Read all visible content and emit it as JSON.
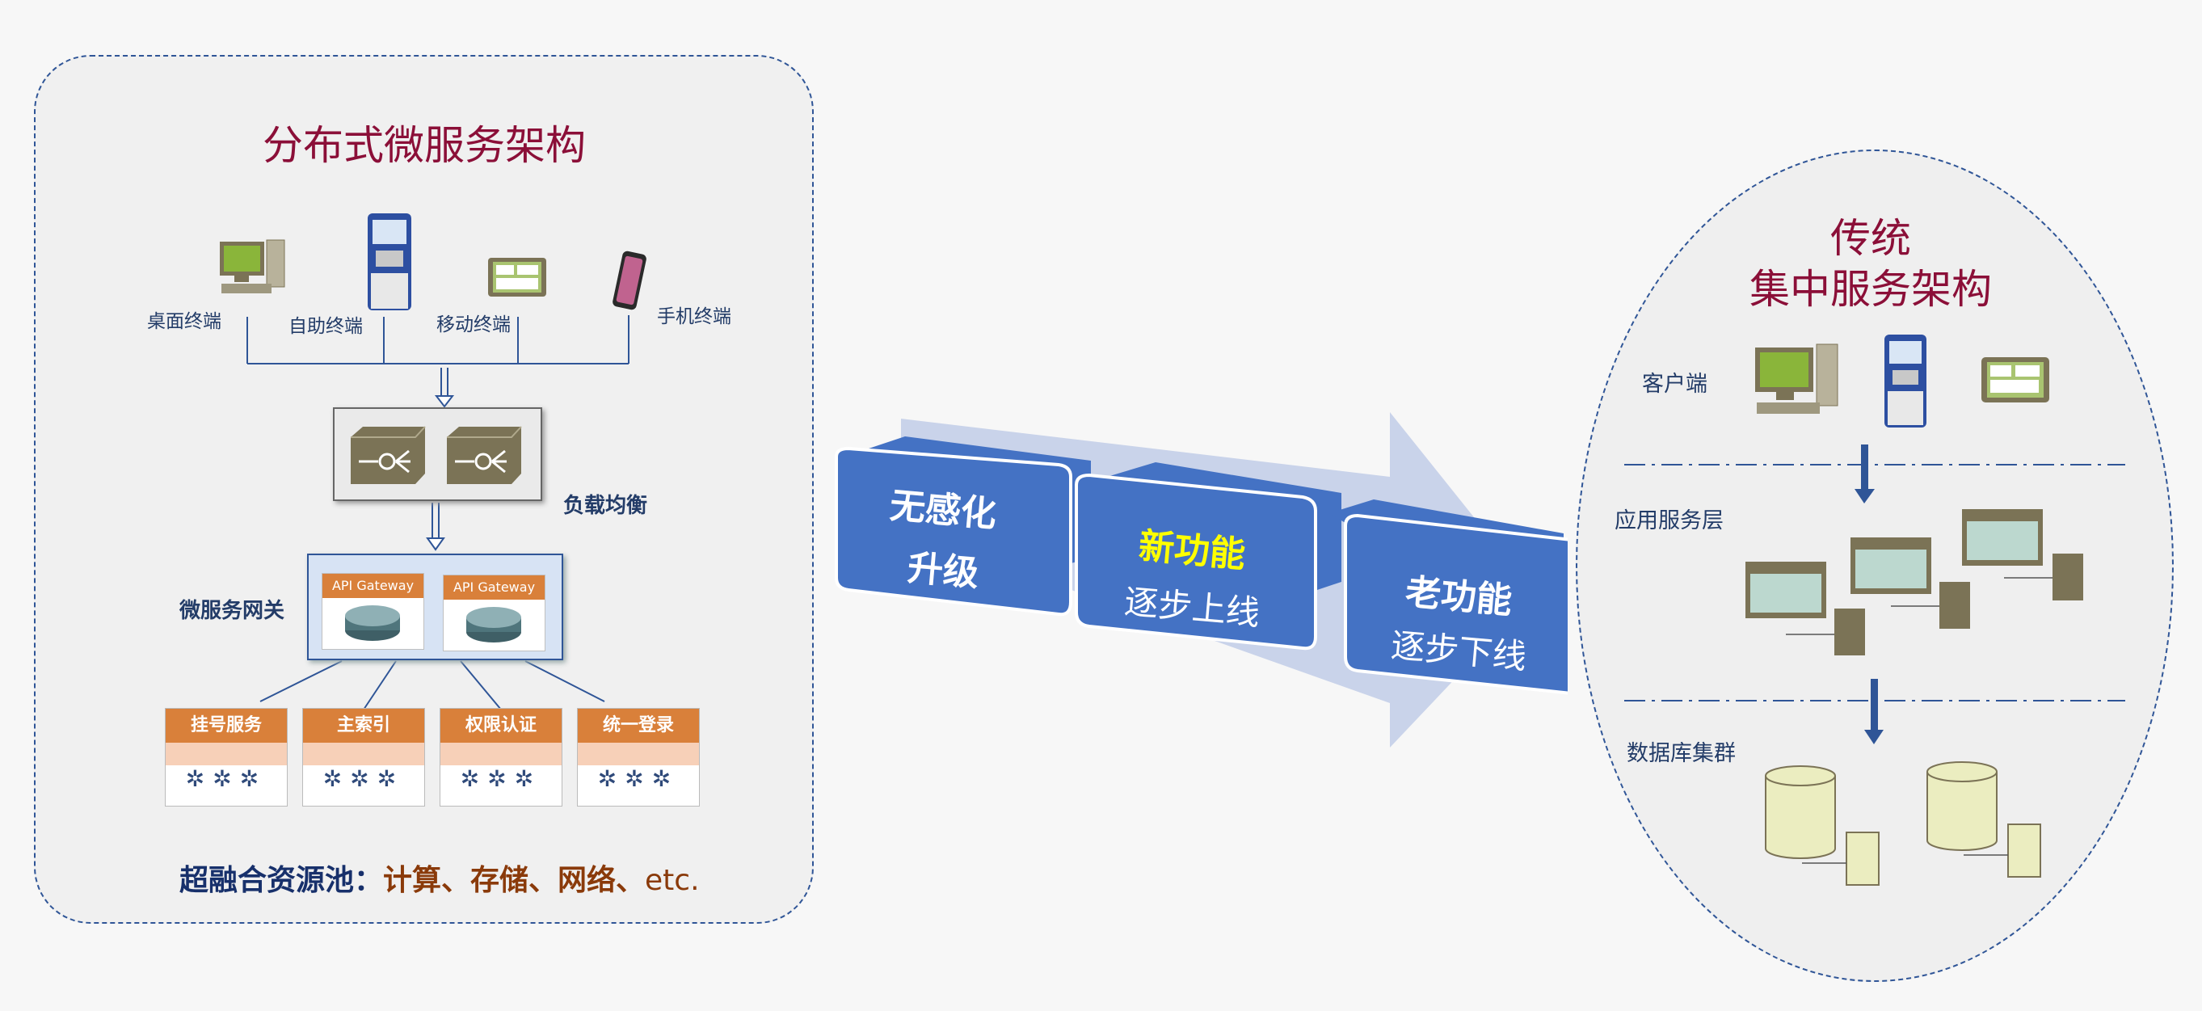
{
  "left": {
    "title": "分布式微服务架构",
    "terminals": [
      "桌面终端",
      "自助终端",
      "移动终端",
      "手机终端"
    ],
    "load_balancer_label": "负载均衡",
    "gateway_label": "微服务网关",
    "gateway_boxes": [
      "API Gateway",
      "API Gateway"
    ],
    "services": [
      "挂号服务",
      "主索引",
      "权限认证",
      "统一登录"
    ],
    "resource_pool_prefix": "超融合资源池：",
    "resource_pool_items": "计算、存储、网络、",
    "resource_pool_etc": "etc."
  },
  "migration": {
    "step1_line1": "无感化",
    "step1_line2": "升级",
    "step2_line1": "新功能",
    "step2_line2": "逐步上线",
    "step3_line1": "老功能",
    "step3_line2": "逐步下线",
    "colors": {
      "box": "#4472c4",
      "highlight": "#ffff00",
      "arrow": "#c9d3ea"
    }
  },
  "right": {
    "title_line1": "传统",
    "title_line2": "集中服务架构",
    "layer_client": "客户端",
    "layer_app": "应用服务层",
    "layer_db": "数据库集群"
  },
  "colors": {
    "title": "#8b0f38",
    "label": "#233c68",
    "service_header": "#d9803a",
    "device": "#7b7356",
    "line": "#2f5597"
  }
}
